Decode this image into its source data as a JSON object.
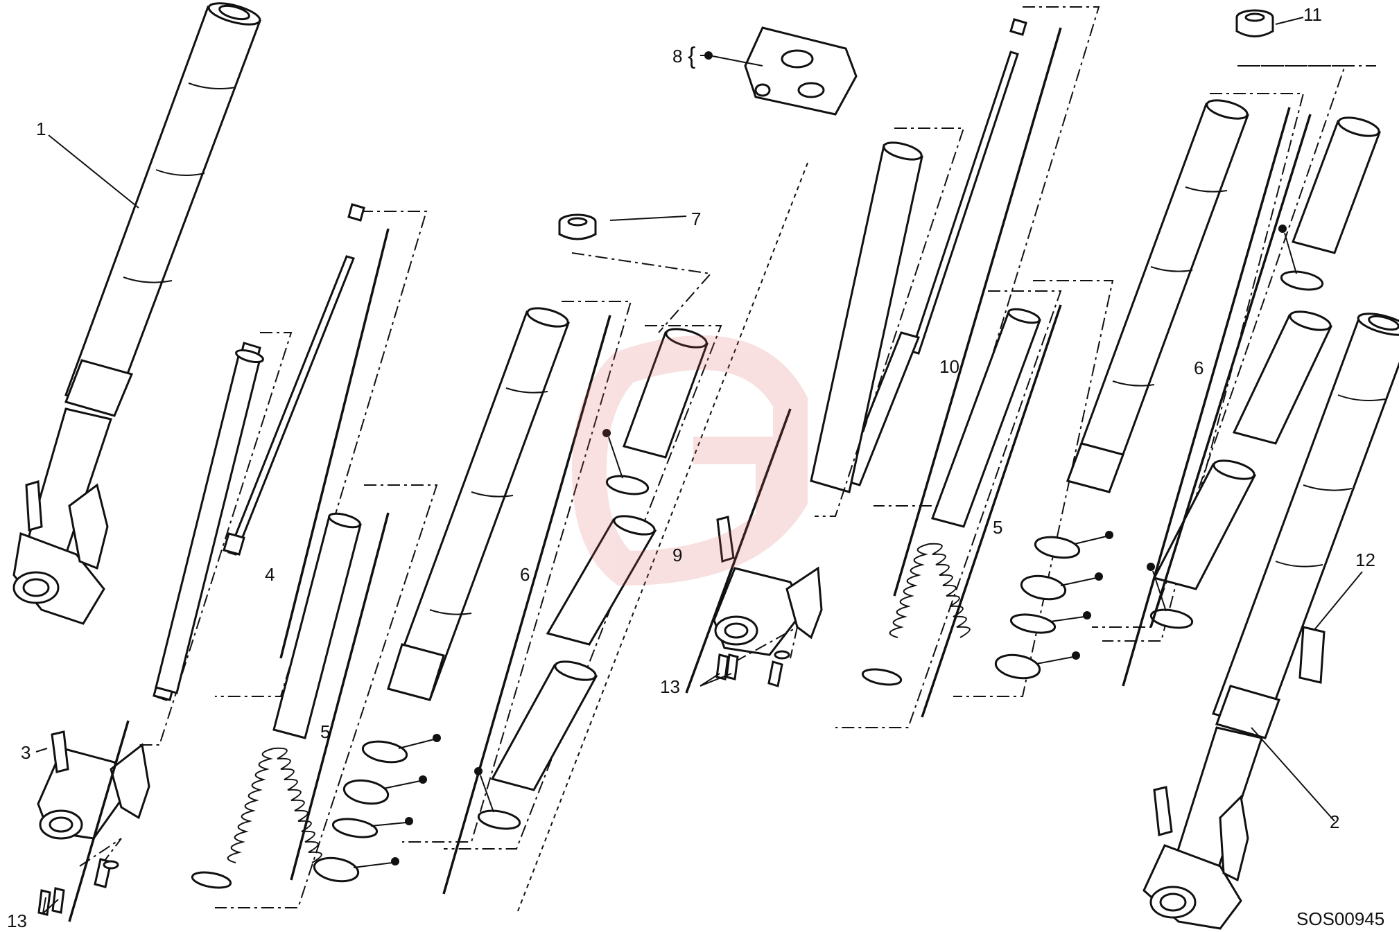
{
  "diagram": {
    "drawing_code": "SOS00945",
    "callouts": {
      "c1": "1",
      "c2": "2",
      "c3": "3",
      "c4": "4",
      "c5a": "5",
      "c5b": "5",
      "c6a": "6",
      "c6b": "6",
      "c7": "7",
      "c8": "8",
      "c9": "9",
      "c10": "10",
      "c11": "11",
      "c12": "12",
      "c13a": "13",
      "c13b": "13"
    },
    "watermark": {
      "color": "#e05a5a",
      "opacity": 0.18
    },
    "line_color": "#111111"
  }
}
